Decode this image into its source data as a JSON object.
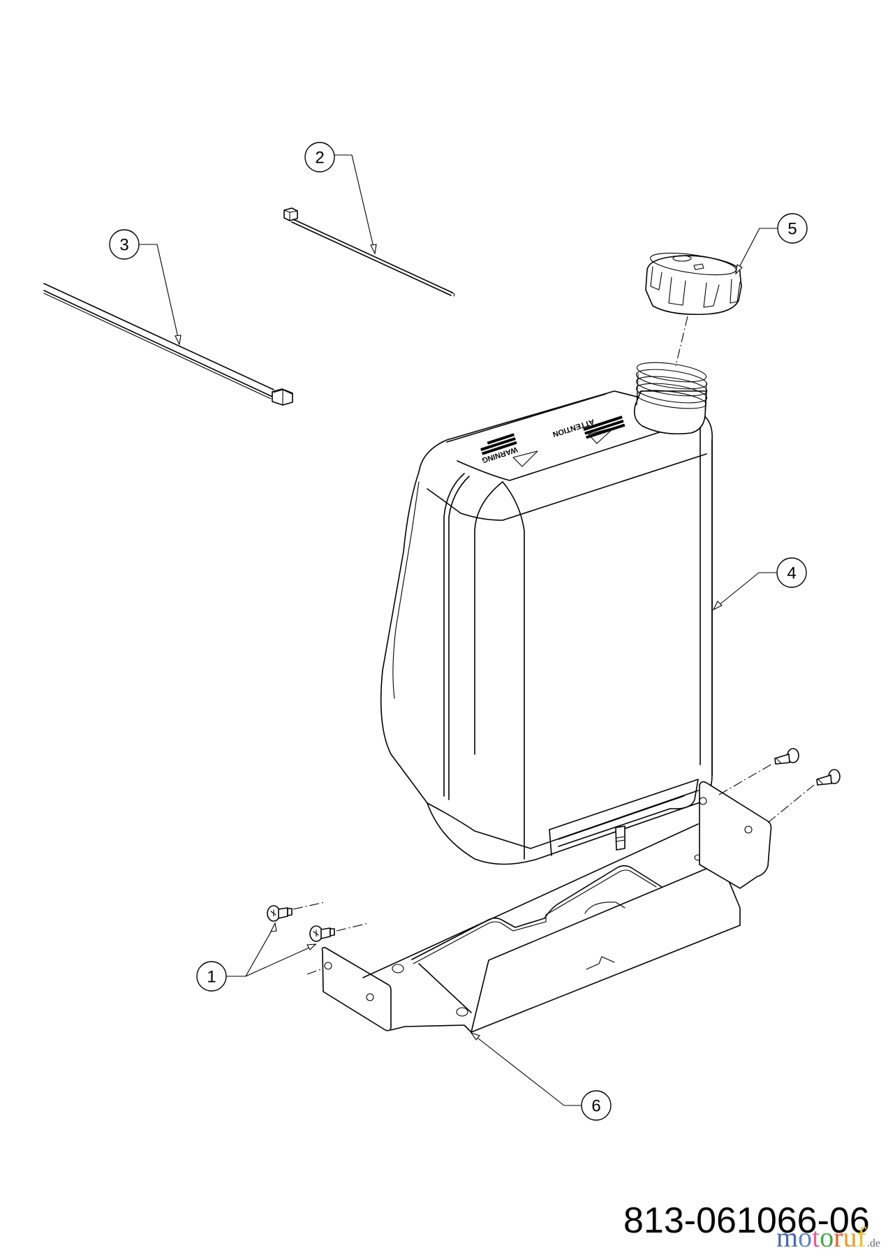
{
  "diagram": {
    "title": "Fuel tank assembly exploded parts view",
    "part_number": "813-061066-06",
    "watermark": {
      "letters": [
        {
          "char": "m",
          "color": "#4a67b0"
        },
        {
          "char": "o",
          "color": "#5a86c8"
        },
        {
          "char": "t",
          "color": "#e0609a"
        },
        {
          "char": "o",
          "color": "#45a845"
        },
        {
          "char": "r",
          "color": "#e0602a"
        },
        {
          "char": "u",
          "color": "#ee9a28"
        },
        {
          "char": "f",
          "color": "#e8c41e"
        }
      ],
      "tld": ".de"
    },
    "tank_labels": {
      "warning": "WARNING",
      "attention": "ATTENTION"
    },
    "callouts": [
      {
        "number": "1",
        "part": "screw (x2, left bracket tab)"
      },
      {
        "number": "2",
        "part": "cable tie (short)"
      },
      {
        "number": "3",
        "part": "cable tie (long)"
      },
      {
        "number": "4",
        "part": "fuel tank"
      },
      {
        "number": "5",
        "part": "fuel cap"
      },
      {
        "number": "6",
        "part": "tank mounting bracket"
      }
    ]
  }
}
